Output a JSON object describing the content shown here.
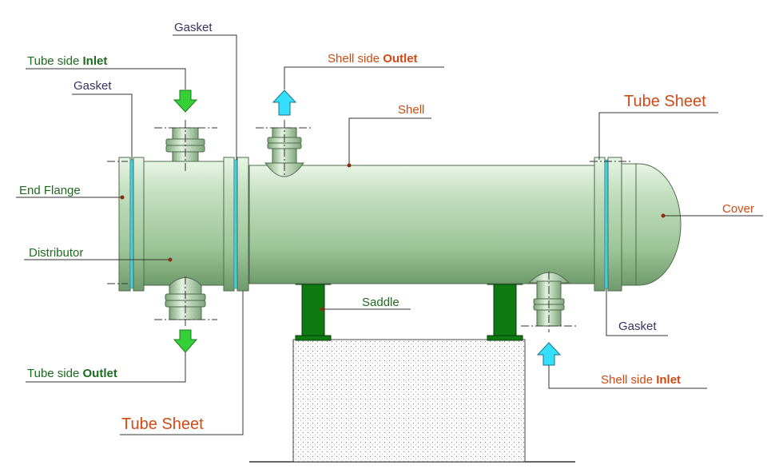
{
  "colors": {
    "shell_fill": "#b9d9b4",
    "shell_dark": "#5f8a5f",
    "gasket": "#3fd0e8",
    "arrow_green": "#35d035",
    "arrow_cyan": "#35e0ff",
    "saddle": "#0f7a12",
    "label_blue": "#333366",
    "label_green": "#1e6b1e",
    "label_orange": "#d04a16"
  },
  "labels": {
    "gasket_top": "Gasket",
    "tube_inlet_text": "Tube side ",
    "tube_inlet_bold": "Inlet",
    "gasket_left": "Gasket",
    "shell_outlet_text": "Shell side ",
    "shell_outlet_bold": "Outlet",
    "shell": "Shell",
    "tube_sheet_right": "Tube Sheet",
    "end_flange": "End Flange",
    "cover": "Cover",
    "distributor": "Distributor",
    "saddle": "Saddle",
    "gasket_right": "Gasket",
    "tube_outlet_text": "Tube side ",
    "tube_outlet_bold": "Outlet",
    "shell_inlet_text": "Shell side ",
    "shell_inlet_bold": "Inlet",
    "tube_sheet_left": "Tube Sheet"
  },
  "icons": {
    "tube_inlet_arrow": "down-arrow-icon",
    "tube_outlet_arrow": "down-arrow-icon",
    "shell_outlet_arrow": "up-arrow-icon",
    "shell_inlet_arrow": "up-arrow-icon"
  }
}
